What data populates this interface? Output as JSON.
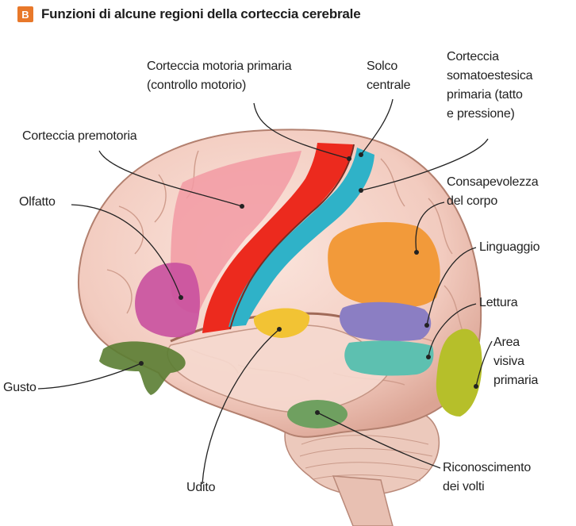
{
  "header": {
    "badge": "B",
    "title": "Funzioni di alcune regioni della corteccia cerebrale"
  },
  "labels": {
    "motor_primary": [
      "Corteccia motoria primaria",
      "(controllo motorio)"
    ],
    "central_sulcus": [
      "Solco",
      "centrale"
    ],
    "somatosensory": [
      "Corteccia",
      "somatoestesica",
      "primaria (tatto",
      "e pressione)"
    ],
    "premotor": [
      "Corteccia premotoria"
    ],
    "olfaction": [
      "Olfatto"
    ],
    "body_awareness": [
      "Consapevolezza",
      "del corpo"
    ],
    "language": [
      "Linguaggio"
    ],
    "reading": [
      "Lettura"
    ],
    "visual": [
      "Area",
      "visiva",
      "primaria"
    ],
    "taste": [
      "Gusto"
    ],
    "hearing": [
      "Udito"
    ],
    "face_recognition": [
      "Riconoscimento",
      "dei volti"
    ]
  },
  "colors": {
    "badge": "#e8782a",
    "brain": "#f4d3c9",
    "premotor": "#f0909a",
    "motor": "#ec2a1e",
    "somatosensory": "#2fb2c8",
    "olfaction": "#c9509f",
    "body_awareness": "#f29a3a",
    "reading": "#8b7ec3",
    "language_area": "#5dc0b0",
    "hearing": "#f2c334",
    "visual": "#b6bf2a",
    "face": "#6fa060",
    "taste": "#5a7d32"
  }
}
